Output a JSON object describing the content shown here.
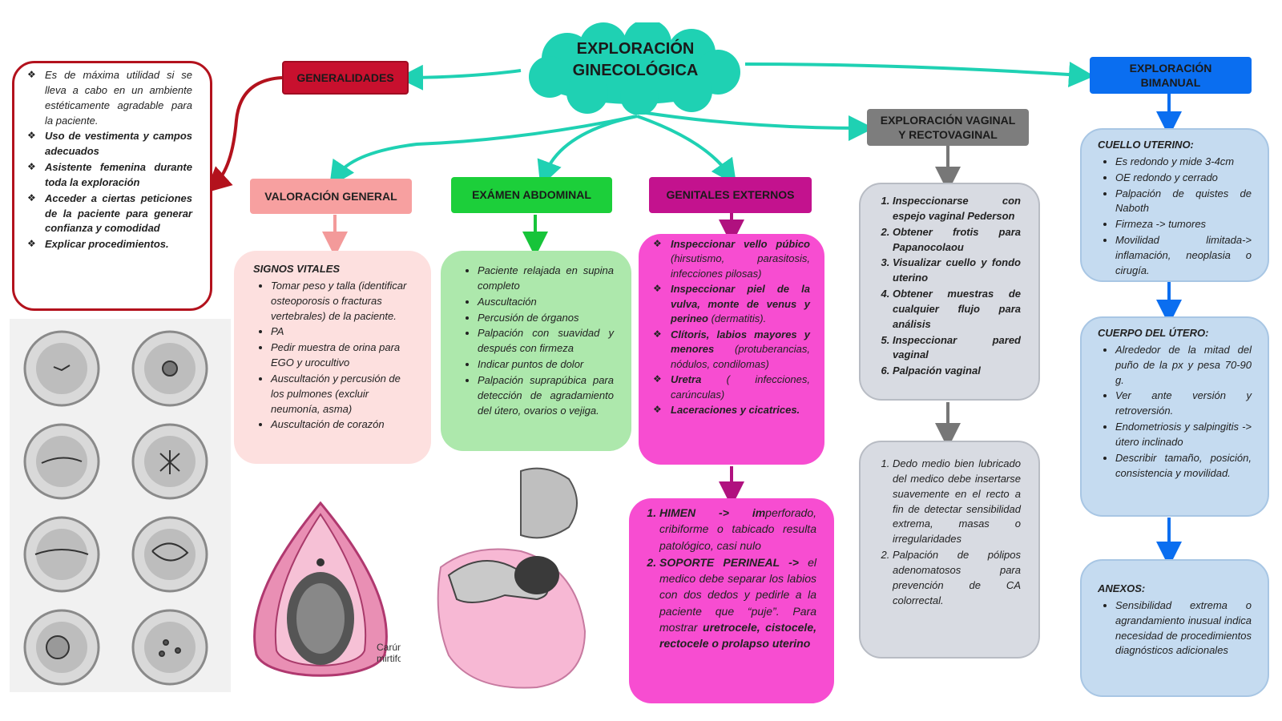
{
  "title": "EXPLORACIÓN GINECOLÓGICA",
  "colors": {
    "cloud": "#1fd1b3",
    "generalidades": "#c8102e",
    "valoracion": "#f7a0a0",
    "abdominal": "#1ccf3a",
    "genitales": "#c3128e",
    "vaginal": "#7d7d7d",
    "bimanual": "#0a6ef0",
    "box_pink": "#fde0df",
    "box_green": "#ade8ac",
    "box_magenta": "#f74dd1",
    "box_gray": "#d8dbe2",
    "box_blue": "#c5dbf0"
  },
  "headers": {
    "generalidades": "GENERALIDADES",
    "valoracion": "VALORACIÓN GENERAL",
    "abdominal": "EXÁMEN ABDOMINAL",
    "genitales": "GENITALES EXTERNOS",
    "vaginal": "EXPLORACIÓN VAGINAL Y RECTOVAGINAL",
    "bimanual": "EXPLORACIÓN BIMANUAL"
  },
  "generalidades": {
    "items": [
      "Es de máxima utilidad si se lleva a cabo en un ambiente estéticamente agradable para la paciente.",
      "Uso de vestimenta y campos adecuados",
      "Asistente femenina durante toda la exploración",
      "Acceder a ciertas peticiones de la paciente para generar confianza y comodidad",
      "Explicar procedimientos."
    ]
  },
  "signos": {
    "title": "SIGNOS VITALES",
    "items": [
      "Tomar peso y talla (identificar osteoporosis o fracturas vertebrales) de la paciente.",
      "PA",
      "Pedir muestra de orina para EGO y urocultivo",
      "Auscultación y percusión de los pulmones (excluir neumonía, asma)",
      "Auscultación de corazón"
    ]
  },
  "abdominal": {
    "items": [
      "Paciente relajada en supina completo",
      "Auscultación",
      "Percusión de órganos",
      "Palpación con suavidad y después con firmeza",
      "Indicar puntos de dolor",
      "Palpación suprapúbica para detección de agradamiento del útero, ovarios o vejiga."
    ]
  },
  "genitales": {
    "items": [
      {
        "b": "Inspeccionar vello púbico",
        "t": " (hirsutismo, parasitosis, infecciones pilosas)"
      },
      {
        "b": "Inspeccionar piel de la vulva, monte de venus y perineo",
        "t": " (dermatitis)."
      },
      {
        "b": "Clítoris, labios mayores y menores",
        "t": " (protuberancias, nódulos, condilomas)"
      },
      {
        "b": "Uretra",
        "t": " ( infecciones, carúnculas)"
      },
      {
        "b": "Laceraciones y cicatrices.",
        "t": ""
      }
    ]
  },
  "himen": {
    "i1_b1": "HIMEN -> im",
    "i1_t1": "perforado, cribiforme o tabicado resulta patológico, casi nulo",
    "i2_b1": "SOPORTE PERINEAL ->",
    "i2_t1": " el medico debe separar los labios con dos dedos y pedirle a la paciente que “puje”.  Para mostrar ",
    "i2_b2": "uretrocele, cistocele, rectocele o prolapso uterino"
  },
  "vaginal1": {
    "items": [
      "Inspeccionarse con espejo vaginal Pederson",
      "Obtener frotis para Papanocolaou",
      "Visualizar cuello y fondo uterino",
      "Obtener muestras de cualquier flujo para análisis",
      "Inspeccionar pared vaginal",
      "Palpación vaginal"
    ]
  },
  "vaginal2": {
    "items": [
      "Dedo medio bien lubricado del medico debe insertarse suavemente en el recto a fin de detectar sensibilidad extrema, masas o irregularidades",
      "Palpación de pólipos adenomatosos para prevención de CA colorrectal."
    ]
  },
  "cuello": {
    "title": "CUELLO UTERINO:",
    "items": [
      "Es redondo y mide 3-4cm",
      "OE redondo y cerrado",
      "Palpación de quistes de Naboth",
      "Firmeza -> tumores",
      "Movilidad limitada-> inflamación, neoplasia o cirugía."
    ]
  },
  "cuerpo": {
    "title": "CUERPO DEL ÚTERO:",
    "items": [
      "Alrededor de la mitad del puño de la px y pesa 70-90 g.",
      "Ver ante versión y retroversión.",
      "Endometriosis y salpingitis -> útero inclinado",
      "Describir tamaño, posición, consistencia y movilidad."
    ]
  },
  "anexos": {
    "title": "ANEXOS:",
    "items": [
      "Sensibilidad extrema o agrandamiento inusual indica necesidad de procedimientos diagnósticos adicionales"
    ]
  },
  "illustration": {
    "caption_line1": "Carún",
    "caption_line2": "mirtifor"
  }
}
